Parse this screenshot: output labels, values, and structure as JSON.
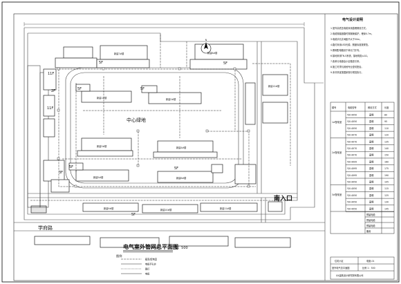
{
  "drawing": {
    "plan_title": "电气室外管网总平面图",
    "plan_scale": "1：500",
    "center_label": "中心绿地",
    "south_entrance": "南入口",
    "street_name": "学府路",
    "compass_letter": "N"
  },
  "buildings": [
    {
      "label": "新建1#楼"
    },
    {
      "label": "新建2#楼"
    },
    {
      "label": "新建3#楼"
    },
    {
      "label": "新建4#楼"
    },
    {
      "label": "新建5#楼"
    },
    {
      "label": "新建6#楼"
    },
    {
      "label": "新建7#楼"
    },
    {
      "label": "新建8#楼"
    },
    {
      "label": "新建9#楼"
    },
    {
      "label": "新建10#楼"
    },
    {
      "label": "新建11#楼"
    },
    {
      "label": "新建12#楼"
    }
  ],
  "floor_tags": [
    "11F",
    "11F",
    "2F",
    "3F",
    "5F",
    "5F",
    "5F",
    "5F",
    "5F",
    "5F",
    "5F"
  ],
  "legend": {
    "heading": "图例",
    "items": [
      "箱变/配电室",
      "电缆手孔井",
      "路灯",
      "电缆"
    ]
  },
  "notes": {
    "heading": "电气设计说明",
    "lines": [
      "1.室外高低压电缆采用直埋敷设方式。",
      "2.电缆穿越道路时穿钢管保护，埋深0.7m。",
      "3.电缆手孔井间距不大于50m。",
      "4.路灯采用LED光源，照度标准按规范。",
      "5.照明配电箱设于单元门厅内。",
      "6.接地采用TN-S系统，接地电阻≤1Ω。",
      "7.各单元电源由小区箱变引来。",
      "8.施工时须与其他专业密切配合。",
      "9.未尽事宜按国家现行规范执行。"
    ]
  },
  "schedule": {
    "headers": [
      "楼号",
      "电缆型号",
      "敷设方式",
      "长度"
    ],
    "group_a": "1#配电室",
    "group_b": "2#配电室",
    "group_c": "3#配电室",
    "rows": [
      {
        "cable": "YJV-4X50",
        "mode": "直埋",
        "length": "80"
      },
      {
        "cable": "YJV-4X50",
        "mode": "直埋",
        "length": "95"
      },
      {
        "cable": "YJV-4X50",
        "mode": "直埋",
        "length": "110"
      },
      {
        "cable": "YJV-4X70",
        "mode": "直埋",
        "length": "120"
      },
      {
        "cable": "YJV-4X70",
        "mode": "直埋",
        "length": "135"
      },
      {
        "cable": "YJV-4X70",
        "mode": "直埋",
        "length": "140"
      },
      {
        "cable": "YJV-4X70",
        "mode": "直埋",
        "length": "150"
      },
      {
        "cable": "YJV-4X95",
        "mode": "直埋",
        "length": "160"
      },
      {
        "cable": "YJV-4X95",
        "mode": "直埋",
        "length": "175"
      },
      {
        "cable": "YJV-4X95",
        "mode": "直埋",
        "length": "190"
      },
      {
        "cable": "YJV-4X50",
        "mode": "直埋",
        "length": "105"
      },
      {
        "cable": "YJV-4X50",
        "mode": "直埋",
        "length": "115"
      },
      {
        "cable": "YJV-4X50",
        "mode": "直埋",
        "length": "125"
      },
      {
        "cable": "YJV-4X50",
        "mode": "直埋",
        "length": "130"
      },
      {
        "cable": "YJV-4X50",
        "mode": "直埋",
        "length": "145"
      }
    ],
    "footer_rows": [
      "预留电缆",
      "预留电缆",
      "预留电缆",
      "备用"
    ]
  },
  "title_block": {
    "project": "住宅小区",
    "drawing_no": "电施-01",
    "row2a": "室外电气总平面图",
    "row2b": "比例 1：500",
    "row3": "XX建筑设计研究院有限公司"
  },
  "colors": {
    "line": "#222222",
    "paper": "#ffffff"
  }
}
